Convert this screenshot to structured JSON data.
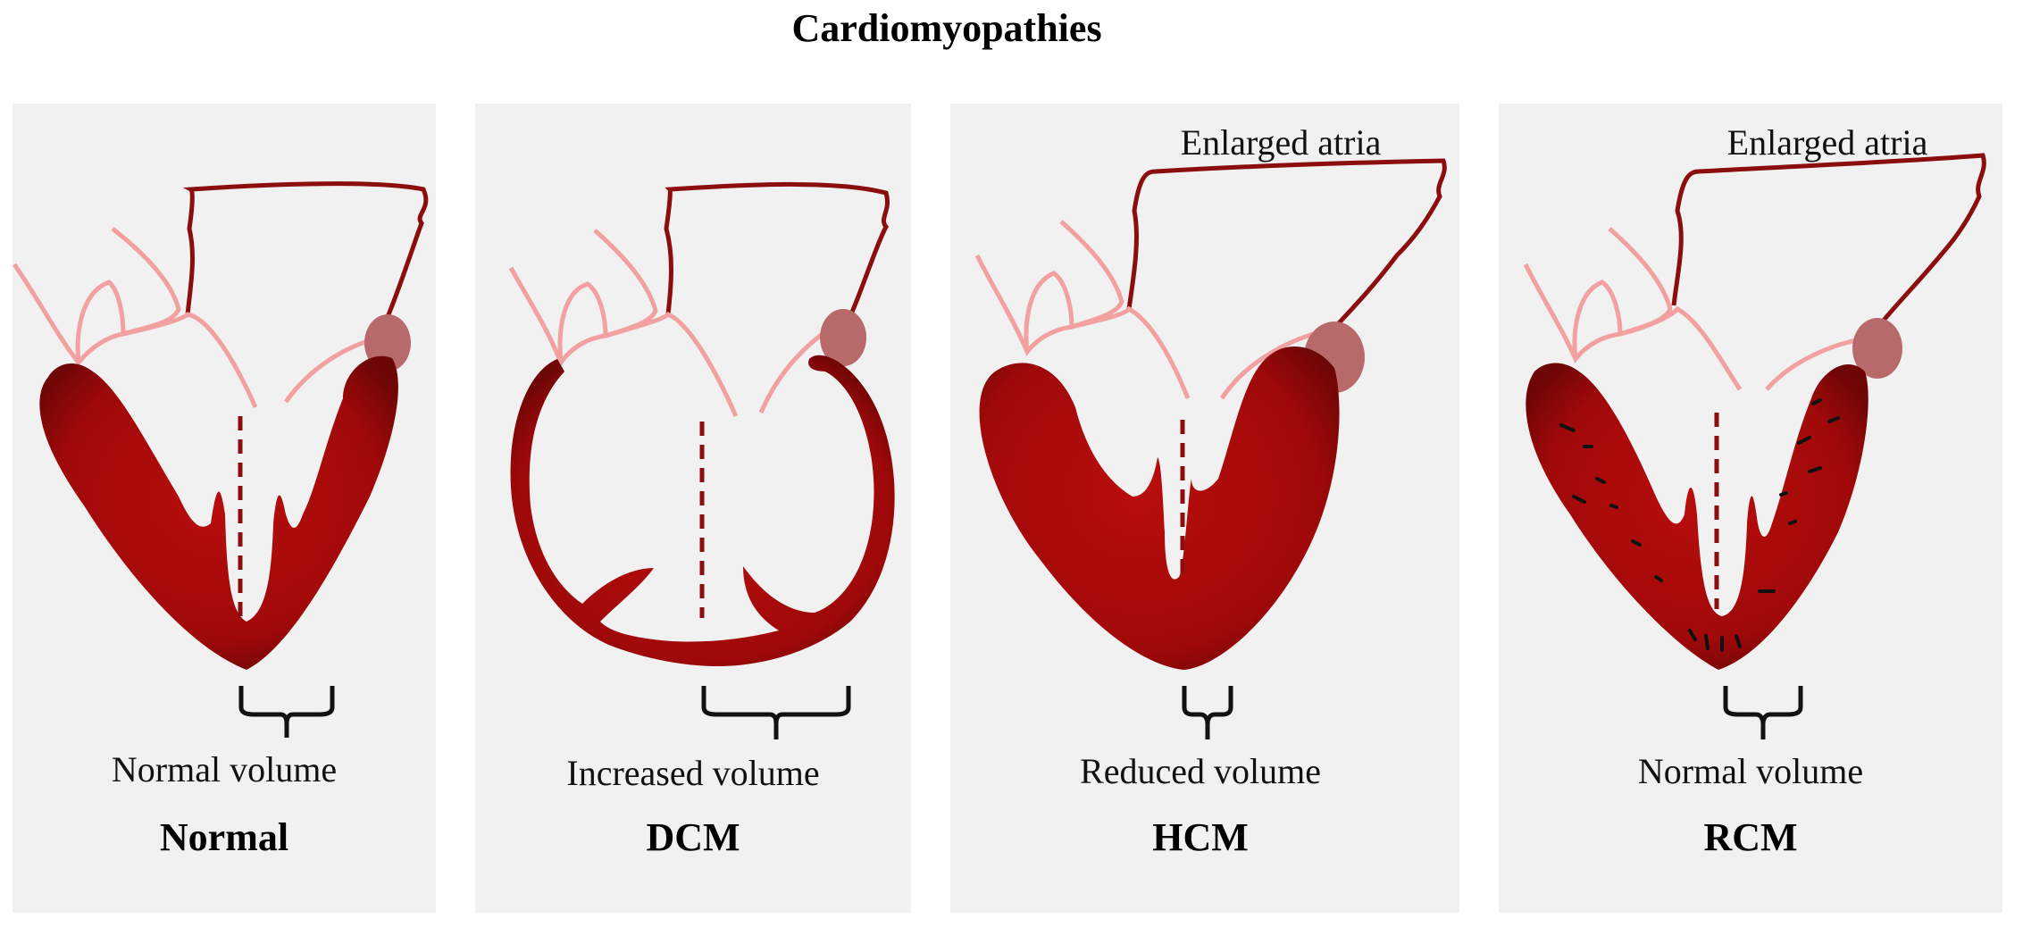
{
  "title": "Cardiomyopathies",
  "colors": {
    "myocardium": "#a30a0a",
    "myocardium_dark": "#6e0606",
    "outline": "#8c0d0d",
    "vessel": "#f2a0a0",
    "valve": "#b86a6a",
    "panel_bg": "#f1f1f1"
  },
  "panels": [
    {
      "label": "Normal",
      "volume": "Normal volume",
      "atria": ""
    },
    {
      "label": "DCM",
      "volume": "Increased volume",
      "atria": ""
    },
    {
      "label": "HCM",
      "volume": "Reduced volume",
      "atria": "Enlarged atria"
    },
    {
      "label": "RCM",
      "volume": "Normal volume",
      "atria": "Enlarged atria"
    }
  ]
}
